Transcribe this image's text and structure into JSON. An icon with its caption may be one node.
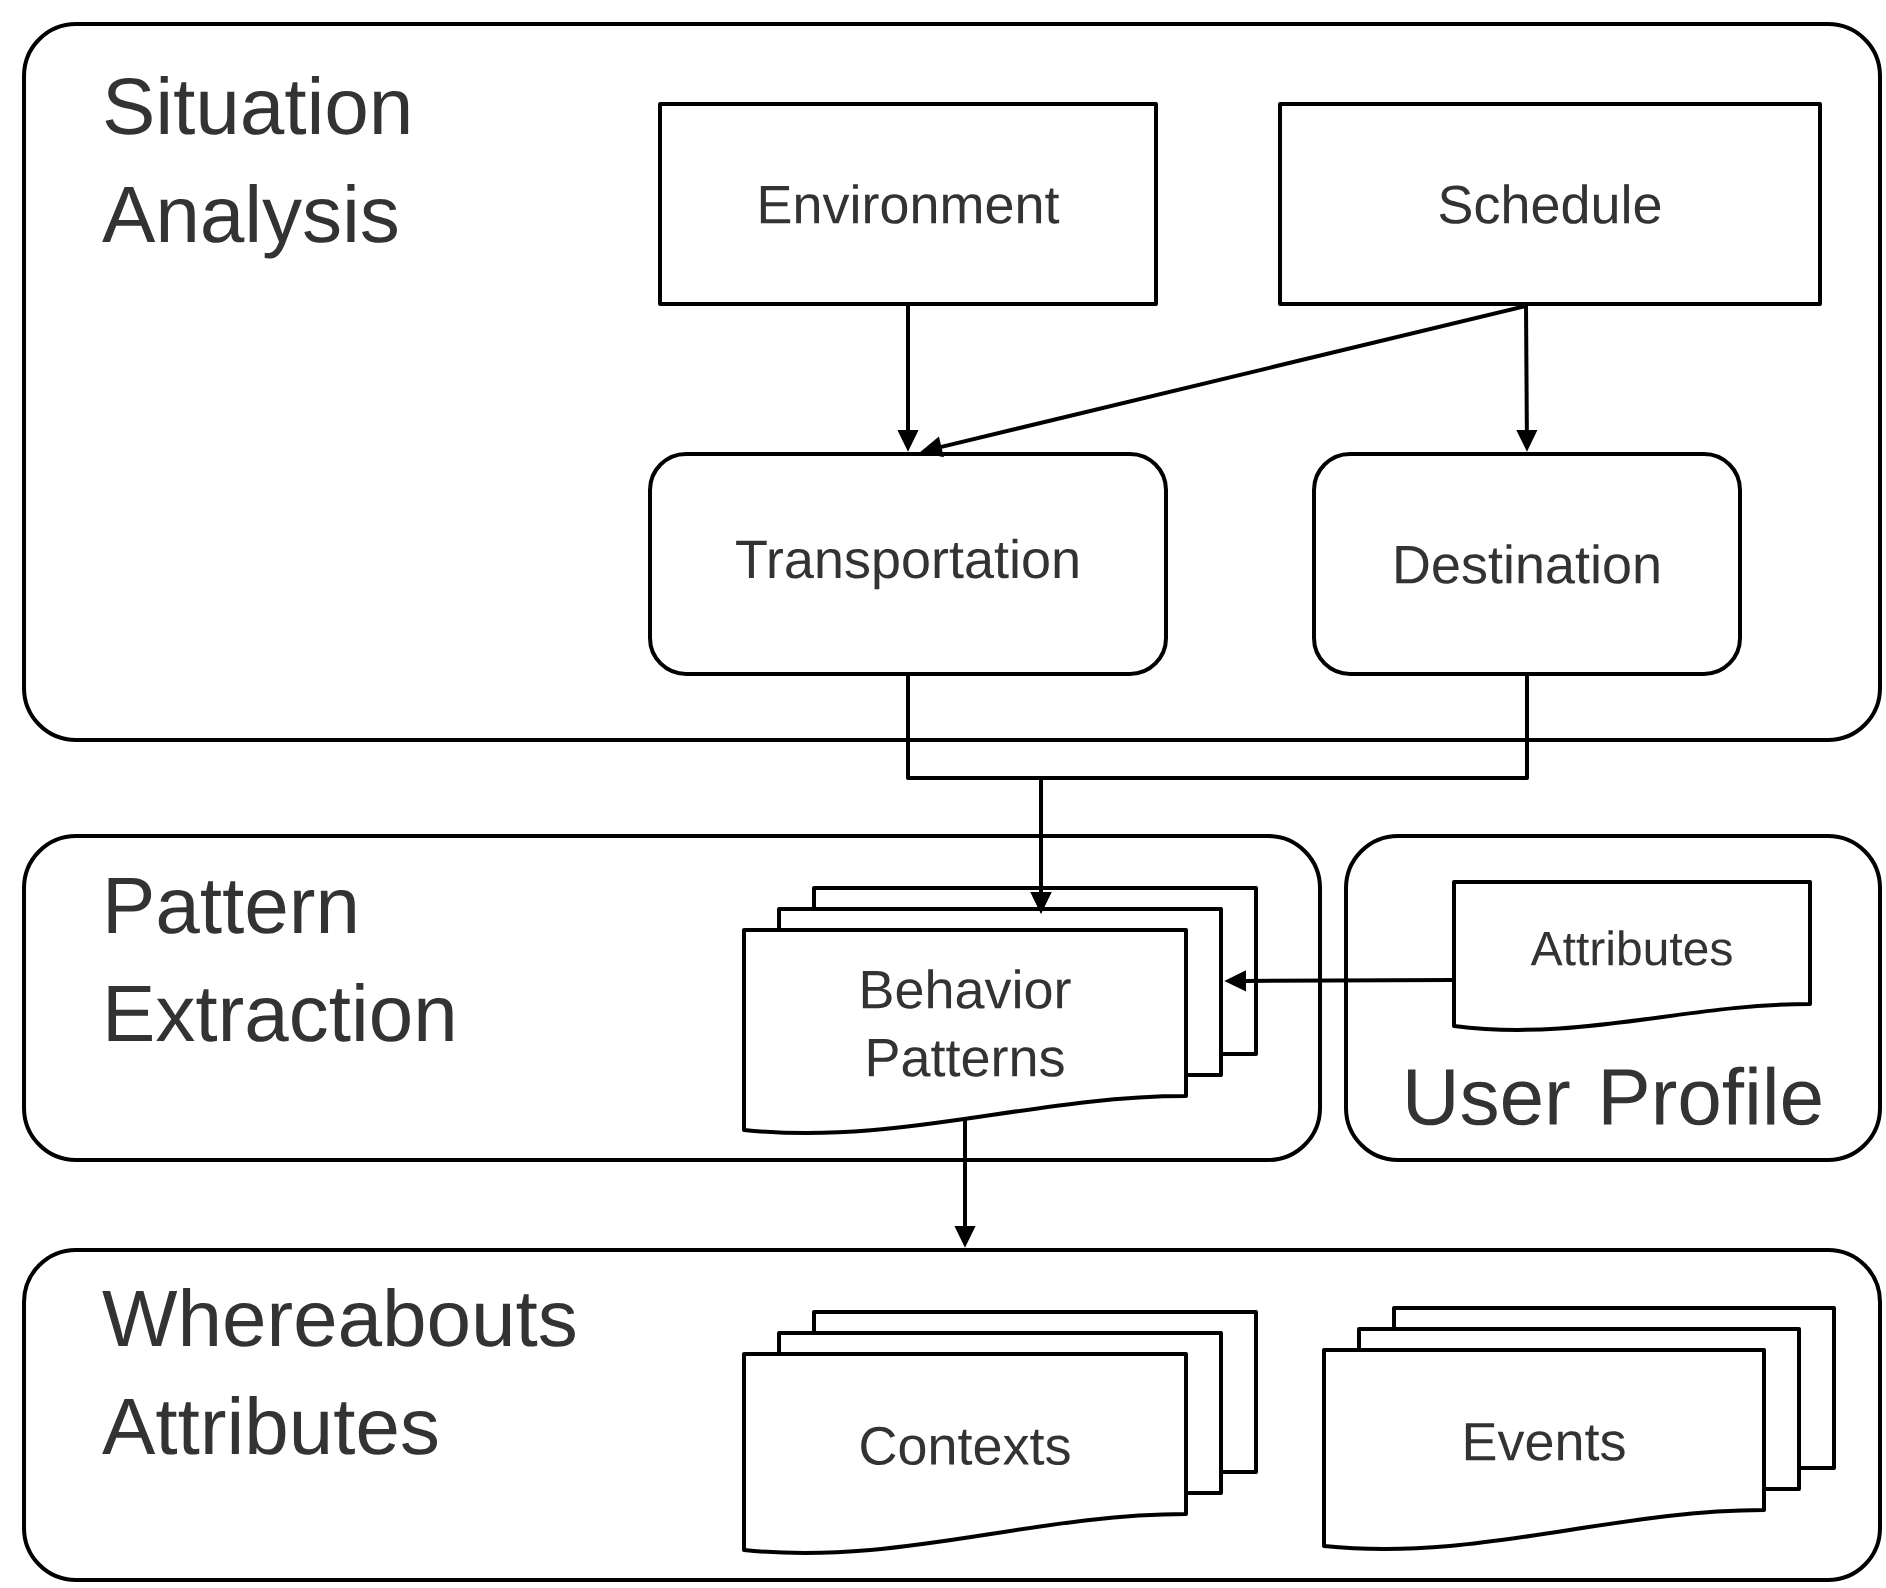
{
  "diagram": {
    "nodes": [
      {
        "text": [
          "Situation Analysis"
        ]
      },
      {
        "text": [
          "Environment"
        ],
        "in": 0
      },
      {
        "text": [
          "Schedule"
        ],
        "in": 0
      },
      {
        "text": [
          "Transportation"
        ],
        "in": 0
      },
      {
        "text": [
          "Destination"
        ],
        "in": 0
      },
      {
        "text": [
          "Pattern Extraction"
        ]
      },
      {
        "text": [
          "Behavior Patterns"
        ],
        "in": 5
      },
      {
        "text": [
          "User Profile"
        ]
      },
      {
        "text": [
          "Attributes"
        ],
        "in": 7
      },
      {
        "text": [
          "Whereabouts Attributes"
        ]
      },
      {
        "text": [
          "Contexts"
        ],
        "in": 9
      },
      {
        "text": [
          "Events"
        ],
        "in": 9
      }
    ],
    "edges": [
      {
        "from": 1,
        "to": 3,
        "arrow": "to"
      },
      {
        "from": 2,
        "to": 3,
        "arrow": "to"
      },
      {
        "from": 2,
        "to": 4,
        "arrow": "to"
      },
      {
        "from": 3,
        "to": 6,
        "arrow": "to"
      },
      {
        "from": 4,
        "to": 6,
        "arrow": "to"
      },
      {
        "from": 8,
        "to": 6,
        "arrow": "to"
      },
      {
        "from": 6,
        "to": 9,
        "arrow": "to"
      }
    ]
  }
}
